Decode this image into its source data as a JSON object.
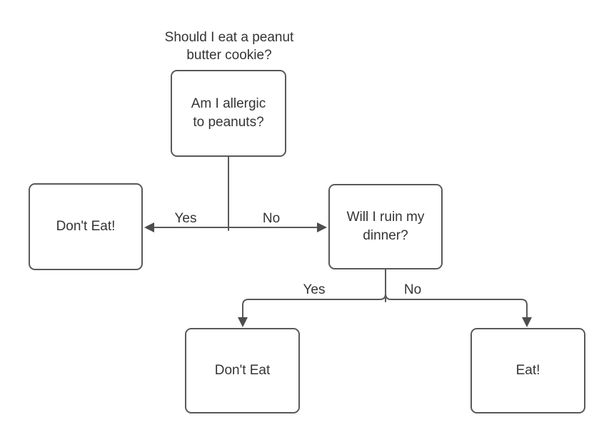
{
  "diagram": {
    "title": "Should I eat a peanut\nbutter cookie?",
    "nodes": [
      {
        "id": "allergic",
        "label": "Am I allergic\nto peanuts?"
      },
      {
        "id": "dont-eat-left",
        "label": "Don't Eat!"
      },
      {
        "id": "ruin-dinner",
        "label": "Will I ruin my\ndinner?"
      },
      {
        "id": "dont-eat-bottom",
        "label": "Don't Eat"
      },
      {
        "id": "eat",
        "label": "Eat!"
      }
    ],
    "edges": [
      {
        "from": "allergic",
        "to": "dont-eat-left",
        "label": "Yes"
      },
      {
        "from": "allergic",
        "to": "ruin-dinner",
        "label": "No"
      },
      {
        "from": "ruin-dinner",
        "to": "dont-eat-bottom",
        "label": "Yes"
      },
      {
        "from": "ruin-dinner",
        "to": "eat",
        "label": "No"
      }
    ],
    "colors": {
      "node_border": "#595959",
      "edge_stroke": "#595959",
      "arrowhead_fill": "#4d4d4d",
      "text": "#343434",
      "background": "#ffffff"
    }
  }
}
